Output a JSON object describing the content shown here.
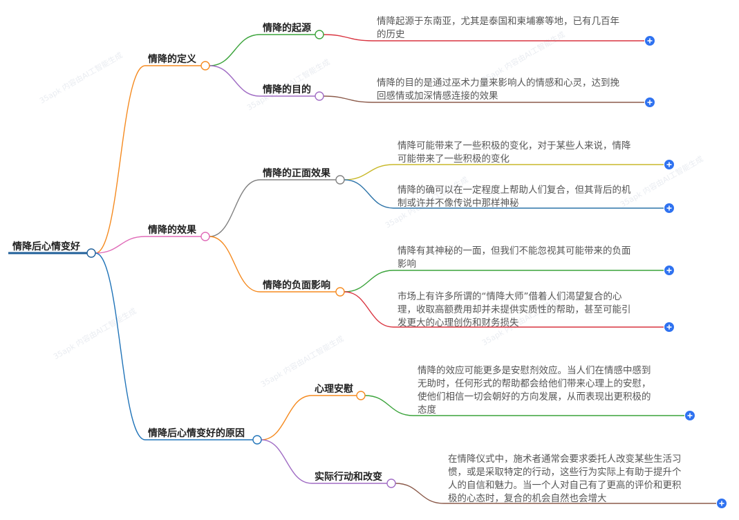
{
  "root": {
    "label": "情降后心情变好"
  },
  "watermark": "35apk 内容由AI工智能生成",
  "branches": [
    {
      "label": "情降的定义",
      "children": [
        {
          "label": "情降的起源",
          "leaves": [
            "情降起源于东南亚，尤其是泰国和柬埔寨等地，已有几百年的历史"
          ]
        },
        {
          "label": "情降的目的",
          "leaves": [
            "情降的目的是通过巫术力量来影响人的情感和心灵，达到挽回感情或加深情感连接的效果"
          ]
        }
      ]
    },
    {
      "label": "情降的效果",
      "children": [
        {
          "label": "情降的正面效果",
          "leaves": [
            "情降可能带来了一些积极的变化，对于某些人来说，情降可能带来了一些积极的变化",
            "情降的确可以在一定程度上帮助人们复合，但其背后的机制或许并不像传说中那样神秘"
          ]
        },
        {
          "label": "情降的负面影响",
          "leaves": [
            "情降有其神秘的一面，但我们不能忽视其可能带来的负面影响",
            "市场上有许多所谓的“情降大师”借着人们渴望复合的心理，收取高额费用却并未提供实质性的帮助，甚至可能引发更大的心理创伤和财务损失"
          ]
        }
      ]
    },
    {
      "label": "情降后心情变好的原因",
      "children": [
        {
          "label": "心理安慰",
          "leaves": [
            "情降的效应可能更多是安慰剂效应。当人们在情感中感到无助时，任何形式的帮助都会给他们带来心理上的安慰，使他们相信一切会朝好的方向发展，从而表现出更积极的态度"
          ]
        },
        {
          "label": "实际行动和改变",
          "leaves": [
            "在情降仪式中，施术者通常会要求委托人改变某些生活习惯，或是采取特定的行动，这些行为实际上有助于提升个人的自信和魅力。当一个人对自己有了更高的评价和更积极的心态时，复合的机会自然也会增大"
          ]
        }
      ]
    }
  ]
}
